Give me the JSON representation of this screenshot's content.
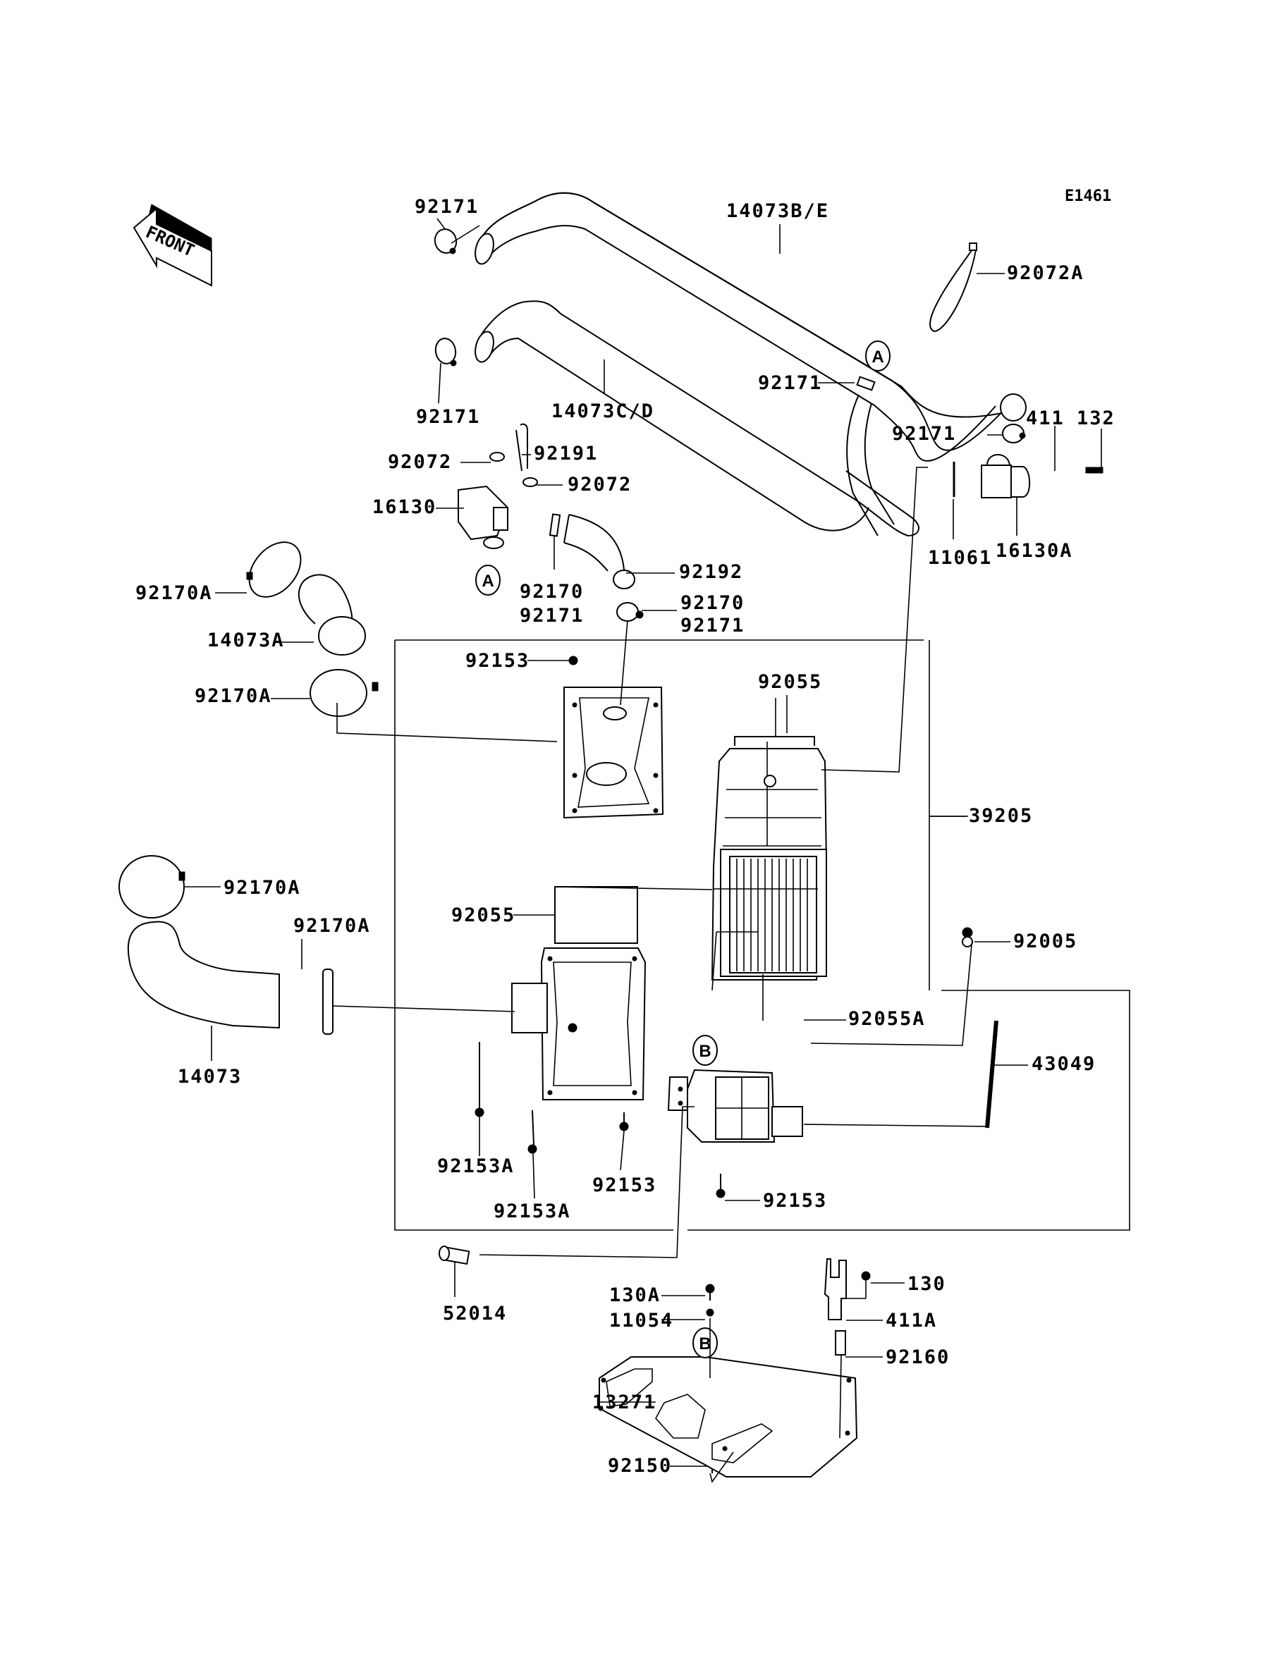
{
  "diagram": {
    "code": "E1461",
    "front_label": "FRONT",
    "ref_markers": [
      "A",
      "A",
      "B",
      "B"
    ],
    "callouts": [
      "92171",
      "14073B/E",
      "92072A",
      "92171",
      "14073C/D",
      "92171",
      "92171",
      "411",
      "132",
      "92191",
      "92072",
      "92072",
      "16130",
      "11061",
      "16130A",
      "92170A",
      "92170",
      "92171",
      "92192",
      "92170",
      "92171",
      "14073A",
      "92153",
      "92170A",
      "92055",
      "39205",
      "92170A",
      "92170A",
      "92055",
      "92005",
      "14073",
      "92055A",
      "43049",
      "92153A",
      "92153",
      "92153A",
      "92153",
      "52014",
      "130",
      "130A",
      "11054",
      "411A",
      "92160",
      "13271",
      "92150"
    ]
  }
}
